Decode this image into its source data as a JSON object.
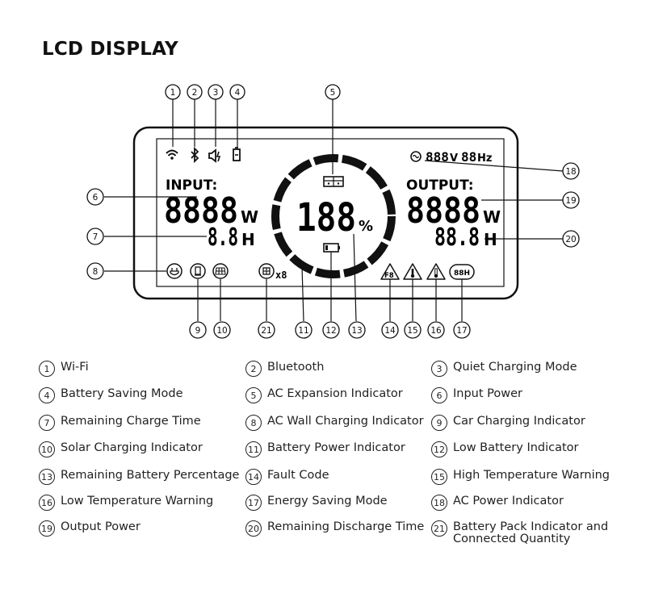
{
  "title": "LCD DISPLAY",
  "lcd": {
    "input_label": "INPUT:",
    "input_value": "8888",
    "input_unit": "W",
    "input_time": "8.8",
    "input_time_unit": "H",
    "output_label": "OUTPUT:",
    "output_value": "8888",
    "output_unit": "W",
    "output_time": "88.8",
    "output_time_unit": "H",
    "ac_voltage": "888",
    "ac_voltage_unit": "V",
    "ac_freq": "88",
    "ac_freq_unit": "Hz",
    "battery_percent": "188",
    "percent_sign": "%",
    "pack_count": "x8",
    "fault_code": "F8",
    "energy_saving": "88H"
  },
  "callouts": [
    "1",
    "2",
    "3",
    "4",
    "5",
    "6",
    "7",
    "8",
    "9",
    "10",
    "11",
    "12",
    "13",
    "14",
    "15",
    "16",
    "17",
    "18",
    "19",
    "20",
    "21"
  ],
  "legend": [
    {
      "num": "1",
      "text": "Wi-Fi"
    },
    {
      "num": "2",
      "text": "Bluetooth"
    },
    {
      "num": "3",
      "text": "Quiet Charging Mode"
    },
    {
      "num": "4",
      "text": "Battery Saving Mode"
    },
    {
      "num": "5",
      "text": "AC Expansion Indicator"
    },
    {
      "num": "6",
      "text": "Input Power"
    },
    {
      "num": "7",
      "text": "Remaining Charge Time"
    },
    {
      "num": "8",
      "text": "AC Wall Charging Indicator"
    },
    {
      "num": "9",
      "text": "Car Charging Indicator"
    },
    {
      "num": "10",
      "text": "Solar Charging Indicator"
    },
    {
      "num": "11",
      "text": "Battery Power Indicator"
    },
    {
      "num": "12",
      "text": "Low Battery Indicator"
    },
    {
      "num": "13",
      "text": "Remaining Battery Percentage"
    },
    {
      "num": "14",
      "text": "Fault Code"
    },
    {
      "num": "15",
      "text": "High Temperature Warning"
    },
    {
      "num": "16",
      "text": "Low Temperature Warning"
    },
    {
      "num": "17",
      "text": "Energy Saving Mode"
    },
    {
      "num": "18",
      "text": "AC Power Indicator"
    },
    {
      "num": "19",
      "text": "Output Power"
    },
    {
      "num": "20",
      "text": "Remaining Discharge Time"
    },
    {
      "num": "21",
      "text": "Battery Pack Indicator and Connected Quantity"
    }
  ]
}
